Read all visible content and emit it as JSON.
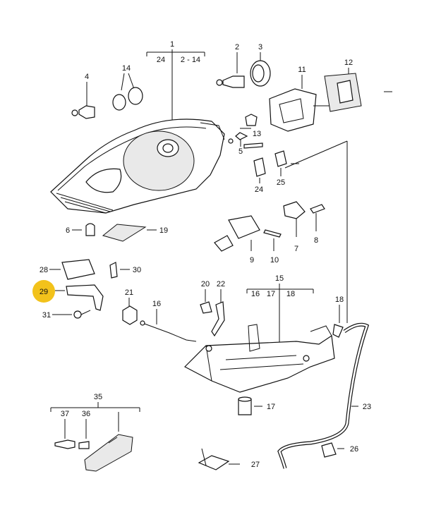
{
  "diagram": {
    "highlight_color": "#f2c21b",
    "line_color": "#111111",
    "callouts": {
      "c1": "1",
      "c1a": "24",
      "c1b": "2 - 14",
      "c2": "2",
      "c3": "3",
      "c4": "4",
      "c5": "5",
      "c6": "6",
      "c7": "7",
      "c8": "8",
      "c9": "9",
      "c10": "10",
      "c11": "11",
      "c12": "12",
      "c13": "13",
      "c14": "14",
      "c15": "15",
      "c15a": "16",
      "c15b": "17",
      "c15c": "18",
      "c16": "16",
      "c17": "17",
      "c18": "18",
      "c19": "19",
      "c20": "20",
      "c21": "21",
      "c22": "22",
      "c23": "23",
      "c24": "24",
      "c25": "25",
      "c26": "26",
      "c27": "27",
      "c28": "28",
      "c29": "29",
      "c30": "30",
      "c31": "31",
      "c35": "35",
      "c37": "37",
      "c36": "36"
    }
  }
}
